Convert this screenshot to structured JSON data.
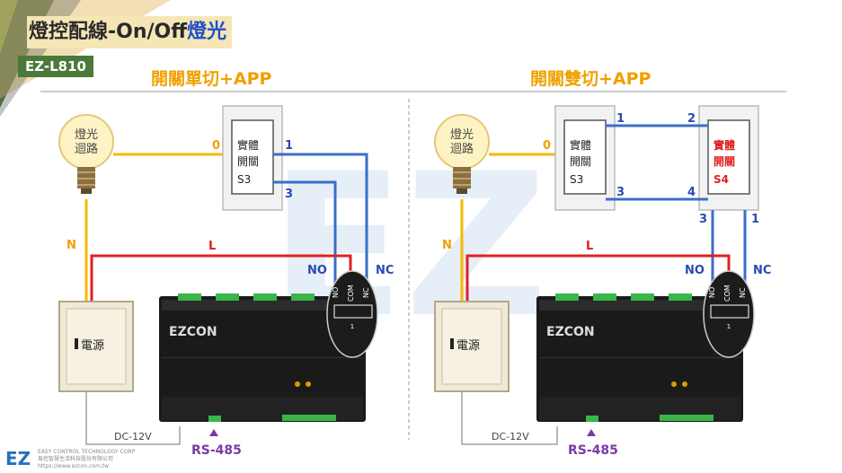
{
  "title": {
    "main": "燈控配線-On/Off",
    "highlight": "燈光"
  },
  "model": "EZ-L810",
  "sections": [
    {
      "heading": "開關單切+APP",
      "bulb": [
        "燈光",
        "迴路"
      ],
      "switch_label": [
        "實體",
        "開關",
        "S3"
      ],
      "wires": {
        "out": "0",
        "in1": "1",
        "in3": "3",
        "n": "N",
        "l": "L",
        "no": "NO",
        "nc": "NC"
      },
      "relay_terms": [
        "NO",
        "COM",
        "NC"
      ],
      "relay_num": "1",
      "power": "電源",
      "dc": "DC-12V",
      "rs485": "RS-485",
      "brand": "EZCON"
    },
    {
      "heading": "開關雙切+APP",
      "bulb": [
        "燈光",
        "迴路"
      ],
      "switch_label": [
        "實體",
        "開關",
        "S3"
      ],
      "switch2_label": [
        "實體",
        "開關",
        "S4"
      ],
      "wires": {
        "out": "0",
        "t1": "1",
        "t2": "2",
        "t3": "3",
        "t4": "4",
        "r3": "3",
        "r1": "1",
        "n": "N",
        "l": "L",
        "no": "NO",
        "nc": "NC"
      },
      "relay_terms": [
        "NO",
        "COM",
        "NC"
      ],
      "relay_num": "1",
      "power": "電源",
      "dc": "DC-12V",
      "rs485": "RS-485",
      "brand": "EZCON"
    }
  ],
  "footer": {
    "logo": "EZ",
    "line1": "EASY CONTROL TECHNOLOGY CORP",
    "line2": "易控智慧生活科技股份有限公司",
    "line3": "https://www.ezcon.com.tw"
  },
  "colors": {
    "yellow": "#f5b800",
    "blue": "#3a6fc9",
    "red": "#e02020",
    "gray": "#a0a0a0",
    "orange": "#f0a000",
    "green": "#4a7a3a",
    "text_blue": "#2a4ab0"
  }
}
